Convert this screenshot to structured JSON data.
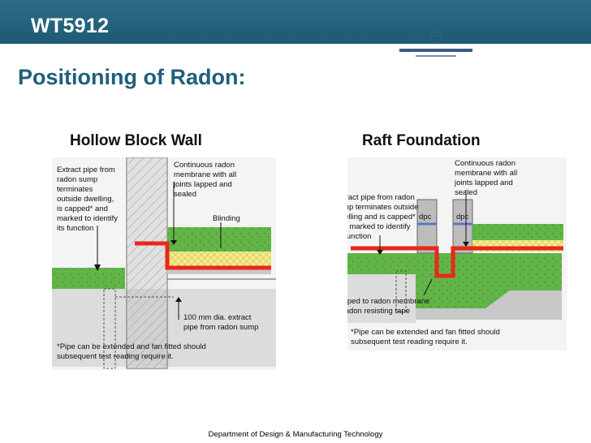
{
  "header": {
    "course_code": "WT5912"
  },
  "slide": {
    "title": "Positioning of Radon:"
  },
  "left_figure": {
    "heading": "Hollow Block Wall",
    "callouts": {
      "extract_pipe": [
        "Extract pipe from",
        "radon sump",
        "terminates",
        "outside dwelling,",
        "is capped* and",
        "marked to identify",
        "its function"
      ],
      "membrane": [
        "Continuous radon",
        "membrane with all",
        "joints lapped and",
        "sealed"
      ],
      "blinding": "Blinding",
      "pipe": [
        "100 mm dia. extract",
        "pipe from radon sump"
      ],
      "note": [
        "*Pipe can be extended and fan fitted should",
        "subsequent test reading require it."
      ]
    }
  },
  "right_figure": {
    "heading": "Raft Foundation",
    "callouts": {
      "membrane": [
        "Continuous radon",
        "membrane with all",
        "joints lapped and",
        "sealed"
      ],
      "extract_pipe": [
        "Extract pipe from radon",
        "sump terminates outside",
        "dwelling and is capped*",
        "and marked to identify",
        "its function"
      ],
      "dpc_left": "dpc",
      "dpc_right": "dpc",
      "dpc_tape": [
        "dpc taped to radon membrane",
        "with radon resisting tape"
      ],
      "note": [
        "*Pipe can be extended and fan fitted should",
        "subsequent test reading require it."
      ]
    }
  },
  "footer": {
    "department": "Department of Design & Manufacturing Technology"
  },
  "colors": {
    "header_bar": "#2c6d86",
    "title": "#1f5f7a",
    "membrane": "#e8281a",
    "ground": "#62b548",
    "insulation": "#f3ec8e",
    "concrete": "#c8c8c8",
    "dpc": "#5a78c4"
  }
}
